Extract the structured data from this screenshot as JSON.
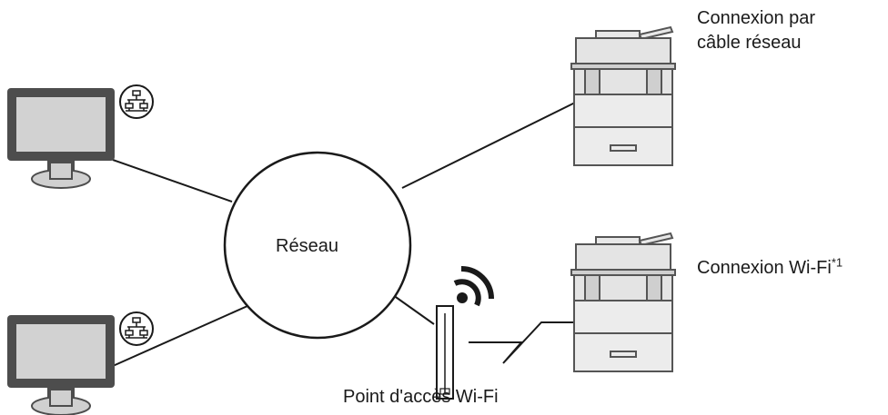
{
  "network_label": "Réseau",
  "wired_connection_label": [
    "Connexion par",
    "câble réseau"
  ],
  "wifi_connection_label": "Connexion Wi-Fi",
  "wifi_connection_note": "*1",
  "access_point_label": "Point d'accès Wi-Fi",
  "icons": {
    "computers": "desktop-monitor-icon",
    "network_badge": "lan-network-icon",
    "printers": "multifunction-printer-icon",
    "access_point": "wifi-access-point-icon",
    "wifi_signal": "wifi-signal-icon"
  }
}
